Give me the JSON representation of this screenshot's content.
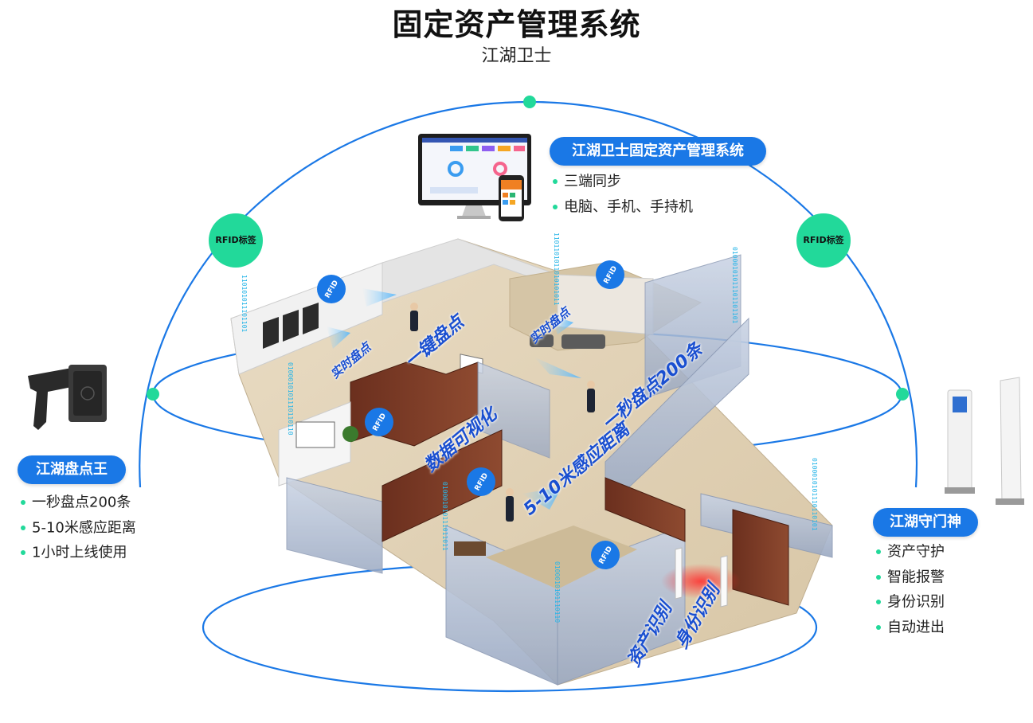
{
  "header": {
    "title": "固定资产管理系统",
    "subtitle": "江湖卫士"
  },
  "system_panel": {
    "label": "江湖卫士固定资产管理系统",
    "features": [
      "三端同步",
      "电脑、手机、手持机"
    ]
  },
  "handheld_panel": {
    "label": "江湖盘点王",
    "features": [
      "一秒盘点200条",
      "5-10米感应距离",
      "1小时上线使用"
    ]
  },
  "gate_panel": {
    "label": "江湖守门神",
    "features": [
      "资产守护",
      "智能报警",
      "身份识别",
      "自动进出"
    ]
  },
  "rfid_badges": [
    "RFID标签",
    "RFID标签"
  ],
  "rfid_tag_text": "RFID",
  "floor_labels": {
    "one_key_inventory": "一键盘点",
    "realtime_inventory_1": "实时盘点",
    "realtime_inventory_2": "实时盘点",
    "one_second_200": "一秒盘点200条",
    "data_visualization": "数据可视化",
    "sensing_distance": "5-10米感应距离",
    "asset_identification": "资产识别",
    "identity_identification": "身份识别"
  },
  "binary_streams": [
    "110101011101101",
    "1101101011010101011",
    "01000101011101101101",
    "0100010101110110110",
    "010001010111011011",
    "0100010101110110",
    "0100010101110110101"
  ],
  "colors": {
    "accent_blue": "#1a78e6",
    "node_green": "#22d99a",
    "label_blue": "#1a4fd0",
    "binary_cyan": "#29b6e8"
  },
  "icons": {
    "monitor": "monitor-dashboard-icon",
    "phone": "phone-app-icon",
    "handheld": "rfid-handheld-reader-icon",
    "gate": "rfid-gate-icon"
  }
}
